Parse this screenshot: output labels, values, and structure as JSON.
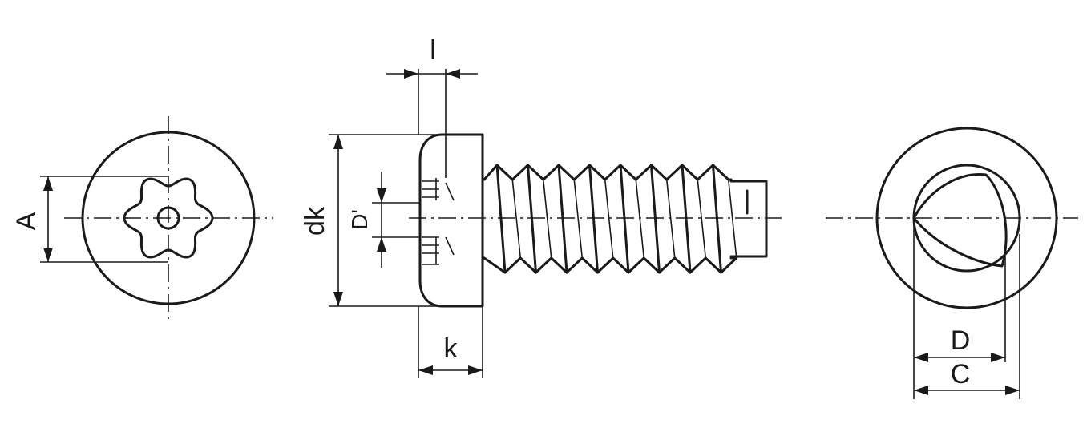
{
  "dimension_labels": {
    "A": "A",
    "dk": "dk",
    "D_prime": "D'",
    "l": "l",
    "k": "k",
    "D": "D",
    "C": "C"
  },
  "colors": {
    "line": "#1a1a1a",
    "background": "#ffffff"
  }
}
